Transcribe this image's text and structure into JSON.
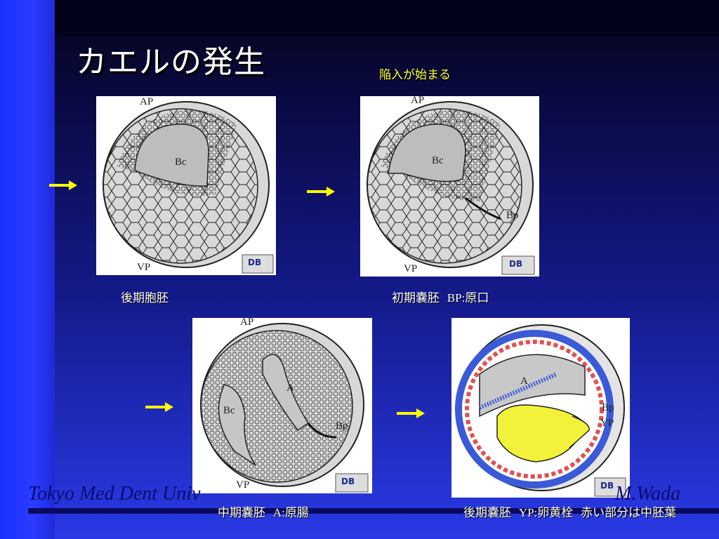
{
  "slide": {
    "title": "カエルの発生",
    "note": "陥入が始まる",
    "footer_left": "Tokyo Med Dent Univ",
    "footer_right": "M.Wada"
  },
  "panels": [
    {
      "labels": {
        "top": "AP",
        "bottom": "VP",
        "cavity": "Bc"
      },
      "caption": "後期胞胚",
      "logo": "DB"
    },
    {
      "labels": {
        "top": "AP",
        "bottom": "VP",
        "cavity": "Bc",
        "pore": "Bp"
      },
      "caption_jp": "初期嚢胚",
      "caption_latin": "BP:",
      "caption_tail": "原口",
      "logo": "DB"
    },
    {
      "labels": {
        "top": "AP",
        "bottom": "VP",
        "cavity": "Bc",
        "gut": "A",
        "pore": "Bp"
      },
      "caption_jp": "中期嚢胚",
      "caption_latin": "A:",
      "caption_tail": "原腸",
      "logo": "DB"
    },
    {
      "labels": {
        "gut": "A",
        "pore": "Bp",
        "plug": "YP"
      },
      "caption_jp": "後期嚢胚",
      "caption_latin": "YP:",
      "caption_tail": "卵黄栓",
      "caption_extra": "赤い部分は中胚葉",
      "logo": "DB"
    }
  ],
  "colors": {
    "arrow": "#ffff00",
    "yolk": "#f2f23a",
    "mesoderm": "#e05050",
    "ectoderm": "#3a5ad8"
  }
}
